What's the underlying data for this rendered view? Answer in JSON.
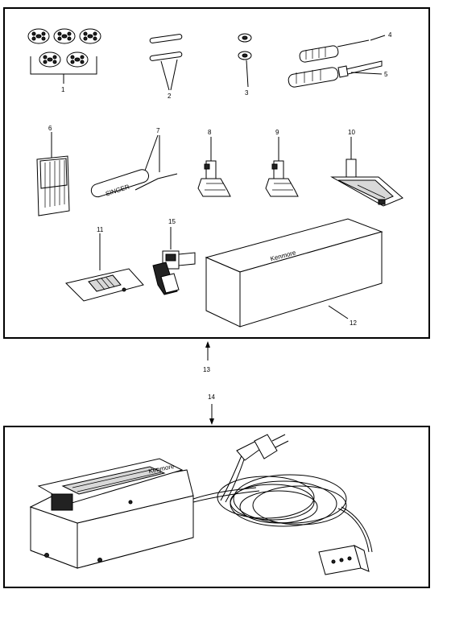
{
  "callouts": {
    "c1": "1",
    "c2": "2",
    "c3": "3",
    "c4": "4",
    "c5": "5",
    "c6": "6",
    "c7": "7",
    "c8": "8",
    "c9": "9",
    "c10": "10",
    "c11": "11",
    "c12": "12",
    "c13": "13",
    "c14": "14",
    "c15": "15"
  },
  "labels": {
    "box_brand": "Kenmore",
    "tube_brand": "SINGER",
    "pedal_brand": "Kenmore"
  }
}
